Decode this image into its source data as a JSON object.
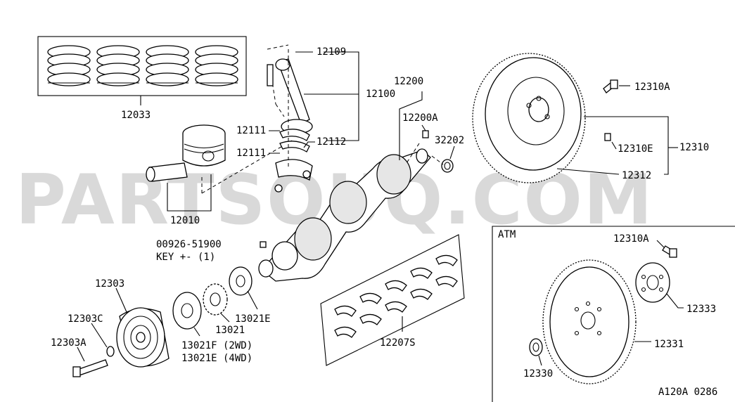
{
  "watermark": "PARTSOUQ.COM",
  "diagram_code": "A120A 0286",
  "atm_box_title": "ATM",
  "labels": {
    "piston_ring_set": "12033",
    "piston": "12010",
    "con_rod_bolt": "12109",
    "con_rod": "12100",
    "con_rod_bearing_upper": "12111",
    "con_rod_bearing_lower": "12111",
    "con_rod_nut": "12112",
    "crankshaft": "12200",
    "crank_plug": "12200A",
    "pilot_bushing": "32202",
    "flywheel_bolt": "12310A",
    "dowel_pin": "12310E",
    "flywheel_assy": "12310",
    "ring_gear": "12312",
    "key_part_no": "00926-51900",
    "key_text": "KEY   +-  (1)",
    "plate_13021e": "13021E",
    "pulley": "12303",
    "pulley_washer": "12303C",
    "pulley_bolt": "12303A",
    "sprocket": "13021",
    "oil_thrower_2wd": "13021F (2WD)",
    "oil_thrower_4wd": "13021E (4WD)",
    "main_bearing": "12207S",
    "atm_bolt": "12310A",
    "atm_reinforcement": "12333",
    "atm_drive_plate": "12331",
    "atm_pilot_converter": "12330"
  }
}
